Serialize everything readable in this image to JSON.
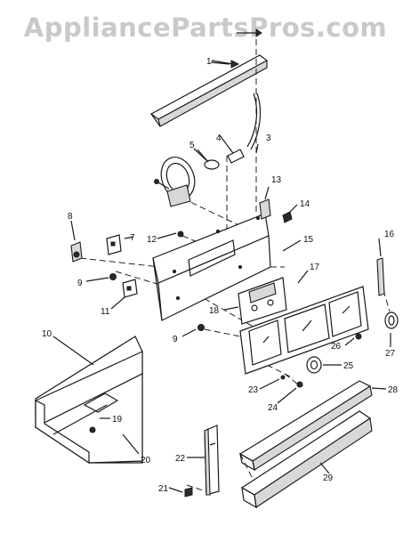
{
  "watermark": "AppliancePartsPros.com",
  "callouts": [
    "1",
    "3",
    "4",
    "5",
    "7",
    "8",
    "9",
    "9",
    "10",
    "11",
    "12",
    "13",
    "14",
    "15",
    "16",
    "17",
    "18",
    "19",
    "20",
    "21",
    "22",
    "23",
    "24",
    "25",
    "26",
    "27",
    "28",
    "29"
  ]
}
